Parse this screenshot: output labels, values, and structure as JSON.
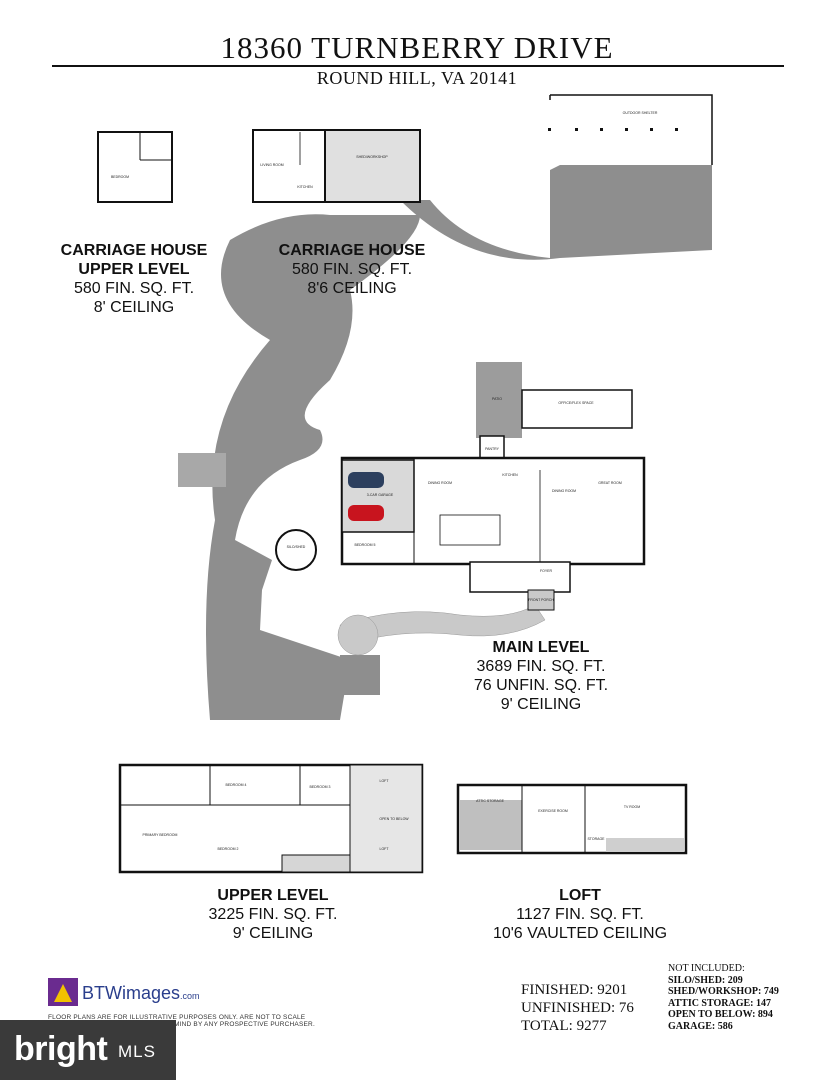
{
  "header": {
    "title": "18360 TURNBERRY DRIVE",
    "subtitle": "ROUND HILL, VA 20141"
  },
  "levels": {
    "carriage_upper": {
      "name_line1": "CARRIAGE HOUSE",
      "name_line2": "UPPER LEVEL",
      "fin": "580 FIN. SQ. FT.",
      "ceiling": "8' CEILING"
    },
    "carriage_main": {
      "name": "CARRIAGE HOUSE",
      "fin": "580 FIN. SQ. FT.",
      "ceiling": "8'6 CEILING"
    },
    "main": {
      "name": "MAIN LEVEL",
      "fin": "3689 FIN. SQ. FT.",
      "unfin": "76 UNFIN. SQ. FT.",
      "ceiling": "9' CEILING"
    },
    "upper": {
      "name": "UPPER LEVEL",
      "fin": "3225 FIN. SQ. FT.",
      "ceiling": "9' CEILING"
    },
    "loft": {
      "name": "LOFT",
      "fin": "1127 FIN. SQ. FT.",
      "ceiling": "10'6 VAULTED CEILING"
    }
  },
  "rooms": {
    "outdoor_shelter": "OUTDOOR SHELTER",
    "shed_workshop": "SHED/WORKSHOP",
    "living_room": "LIVING ROOM",
    "kitchen_ch": "KITCHEN",
    "bedroom_ch": "BEDROOM",
    "patio": "PATIO",
    "office": "OFFICE/FLEX SPACE",
    "pantry": "PANTRY",
    "kitchen": "KITCHEN",
    "dining_room_1": "DINING ROOM",
    "dining_room_2": "DINING ROOM",
    "great_room": "GREAT ROOM",
    "garage": "3-CAR GARAGE",
    "silo": "SILO/SHED",
    "bedroom_5": "BEDROOM 5",
    "foyer": "FOYER",
    "front_porch": "FRONT PORCH",
    "primary_bedroom": "PRIMARY BEDROOM",
    "bedroom_4": "BEDROOM 4",
    "bedroom_3": "BEDROOM 3",
    "bedroom_2": "BEDROOM 2",
    "loft_1": "LOFT",
    "loft_2": "LOFT",
    "open_to_below": "OPEN TO BELOW",
    "attic_storage": "ATTIC STORAGE",
    "exercise_room": "EXERCISE ROOM",
    "tv_room": "TV ROOM",
    "storage": "STORAGE"
  },
  "branding": {
    "logo_text": "BTWimages",
    "logo_suffix": ".com",
    "disclaimer_line1": "FLOOR PLANS ARE FOR ILLUSTRATIVE PURPOSES ONLY. ARE NOT TO SCALE",
    "disclaimer_line2": "...MIND BY ANY PROSPECTIVE PURCHASER.",
    "mls_brand": "bright",
    "mls_suffix": "MLS"
  },
  "totals": {
    "finished": "FINISHED: 9201",
    "unfinished": "UNFINISHED: 76",
    "total": "TOTAL: 9277"
  },
  "not_included": {
    "heading": "NOT INCLUDED:",
    "items": [
      "SILO/SHED: 209",
      "SHED/WORKSHOP: 749",
      "ATTIC STORAGE: 147",
      "OPEN TO BELOW: 894",
      "GARAGE: 586"
    ]
  },
  "colors": {
    "driveway": "#8e8e8e",
    "wall": "#111111",
    "logo_purple": "#6a2b8f",
    "logo_yellow": "#f2c200",
    "car_blue": "#2c3f5e",
    "car_red": "#c8141e"
  }
}
